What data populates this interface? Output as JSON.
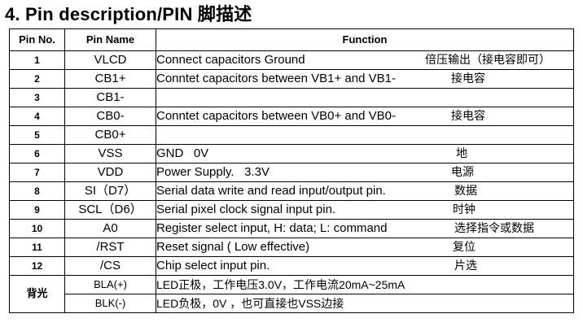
{
  "title": "4. Pin description/PIN 脚描述",
  "headers": {
    "no": "Pin No.",
    "name": "Pin Name",
    "func": "Function"
  },
  "rows": [
    {
      "no": "1",
      "name": "VLCD",
      "func": "Connect capacitors Ground",
      "zh": "倍压输出（接电容即可）"
    },
    {
      "no": "2",
      "name": "CB1+",
      "func": "Conntet capacitors between VB1+ and VB1-",
      "zh": "接电容"
    },
    {
      "no": "3",
      "name": "CB1-",
      "func": "",
      "zh": ""
    },
    {
      "no": "4",
      "name": "CB0-",
      "func": "Conntet capacitors between VB0+ and VB0-",
      "zh": "接电容"
    },
    {
      "no": "5",
      "name": "CB0+",
      "func": "",
      "zh": ""
    },
    {
      "no": "6",
      "name": "VSS",
      "func": "GND   0V",
      "zh": "地"
    },
    {
      "no": "7",
      "name": "VDD",
      "func": "Power Supply.   3.3V",
      "zh": "电源"
    },
    {
      "no": "8",
      "name": "SI（D7）",
      "func": "Serial data write and read input/output pin.",
      "zh": "数据"
    },
    {
      "no": "9",
      "name": "SCL（D6）",
      "func": "Serial pixel clock signal input pin.",
      "zh": "时钟"
    },
    {
      "no": "10",
      "name": "A0",
      "func": "Register select input, H: data; L: command",
      "zh": "选择指令或数据"
    },
    {
      "no": "11",
      "name": "/RST",
      "func": "Reset signal ( Low effective)",
      "zh": "复位"
    },
    {
      "no": "12",
      "name": "/CS",
      "func": "Chip select input pin.",
      "zh": "片选"
    }
  ],
  "backlight": {
    "label": "背光",
    "rows": [
      {
        "name": "BLA(+)",
        "func": "LED正极，工作电压3.0V，工作电流20mA~25mA"
      },
      {
        "name": "BLK(-)",
        "func": "LED负极，0V ，也可直接也VSS边接"
      }
    ]
  }
}
